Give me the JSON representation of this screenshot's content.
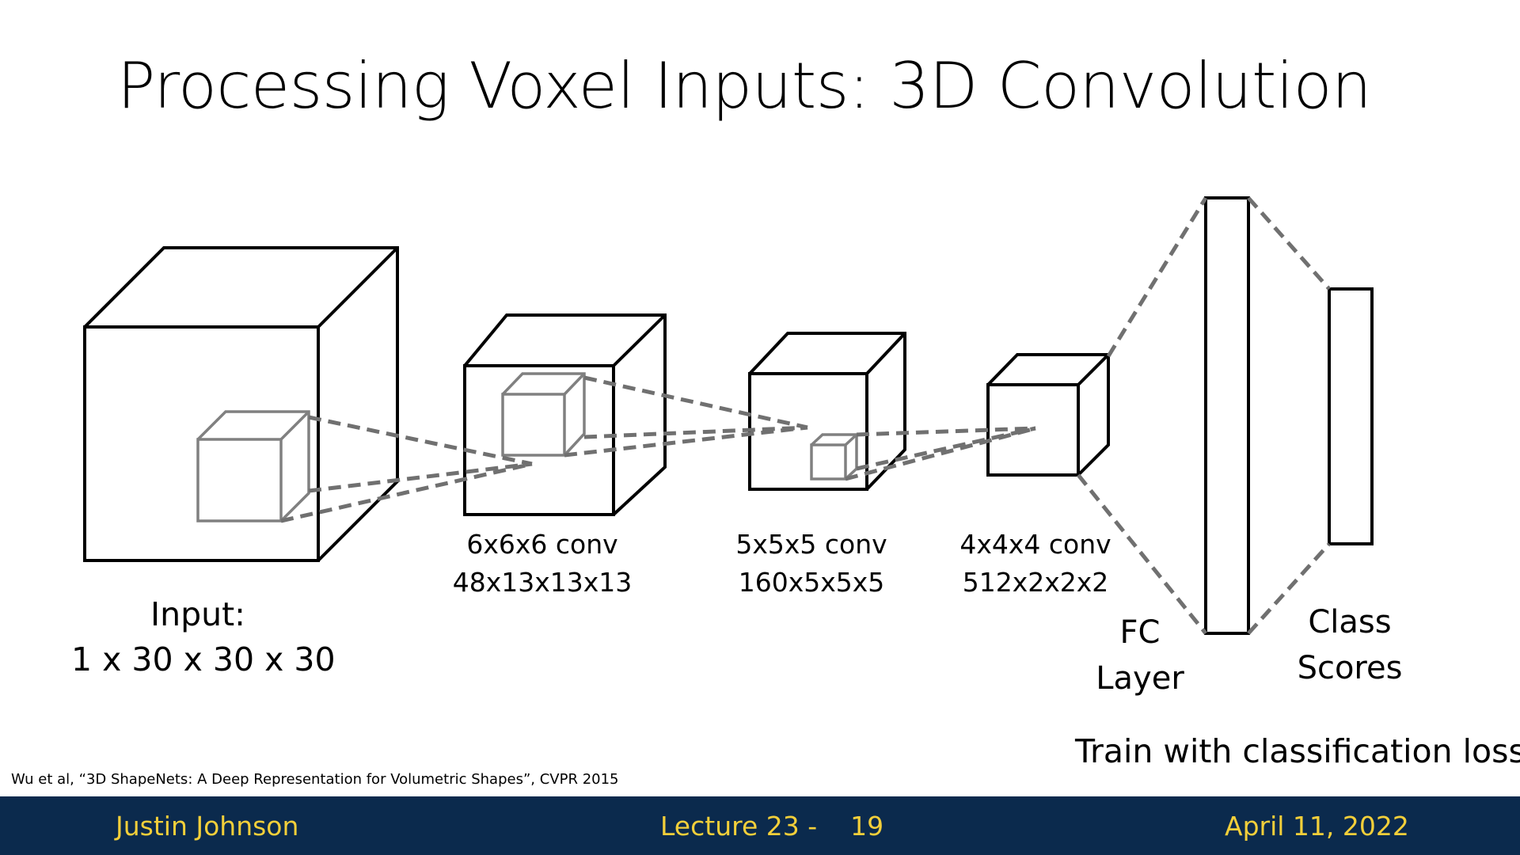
{
  "slide": {
    "title": "Processing Voxel Inputs: 3D Convolution",
    "input_label": [
      "Input:",
      "1 x 30 x 30 x 30"
    ],
    "conv1_label": [
      "6x6x6 conv",
      "48x13x13x13"
    ],
    "conv2_label": [
      "5x5x5 conv",
      "160x5x5x5"
    ],
    "conv3_label": [
      "4x4x4 conv",
      "512x2x2x2"
    ],
    "fc_label": [
      "FC",
      "Layer"
    ],
    "class_label": [
      "Class",
      "Scores"
    ],
    "train_text": "Train with classification loss",
    "citation": "Wu et al, “3D ShapeNets: A Deep Representation for Volumetric Shapes”, CVPR 2015"
  },
  "footer": {
    "author": "Justin Johnson",
    "lecture": "Lecture 23 -    19",
    "date": "April 11, 2022"
  },
  "colors": {
    "footer_bg": "#0b2a4d",
    "footer_text": "#f3cf3a",
    "kernel_gray": "#808080",
    "dash_gray": "#707070"
  }
}
